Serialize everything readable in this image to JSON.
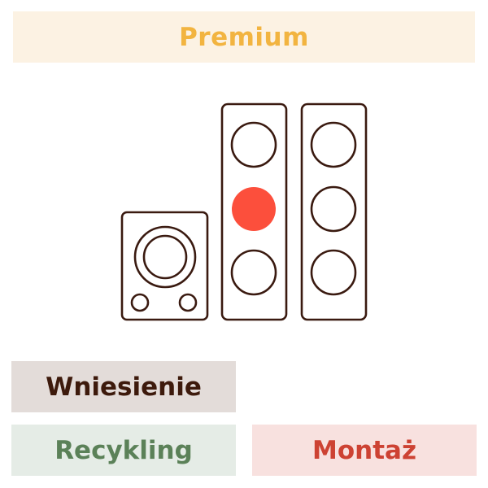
{
  "header": {
    "title": "Premium",
    "color": "#f2b440",
    "background": "#fcf2e3"
  },
  "illustration": {
    "icon": "speakers-icon",
    "stroke_color": "#3a1a10",
    "highlight_color": "#fc4f3c"
  },
  "tags": [
    {
      "label": "Wniesienie",
      "color": "#3d1a0c",
      "background": "#e3dcd9"
    },
    {
      "label": "Recykling",
      "color": "#5b8158",
      "background": "#e5ece6"
    },
    {
      "label": "Montaż",
      "color": "#cd4233",
      "background": "#f8e1df"
    }
  ]
}
